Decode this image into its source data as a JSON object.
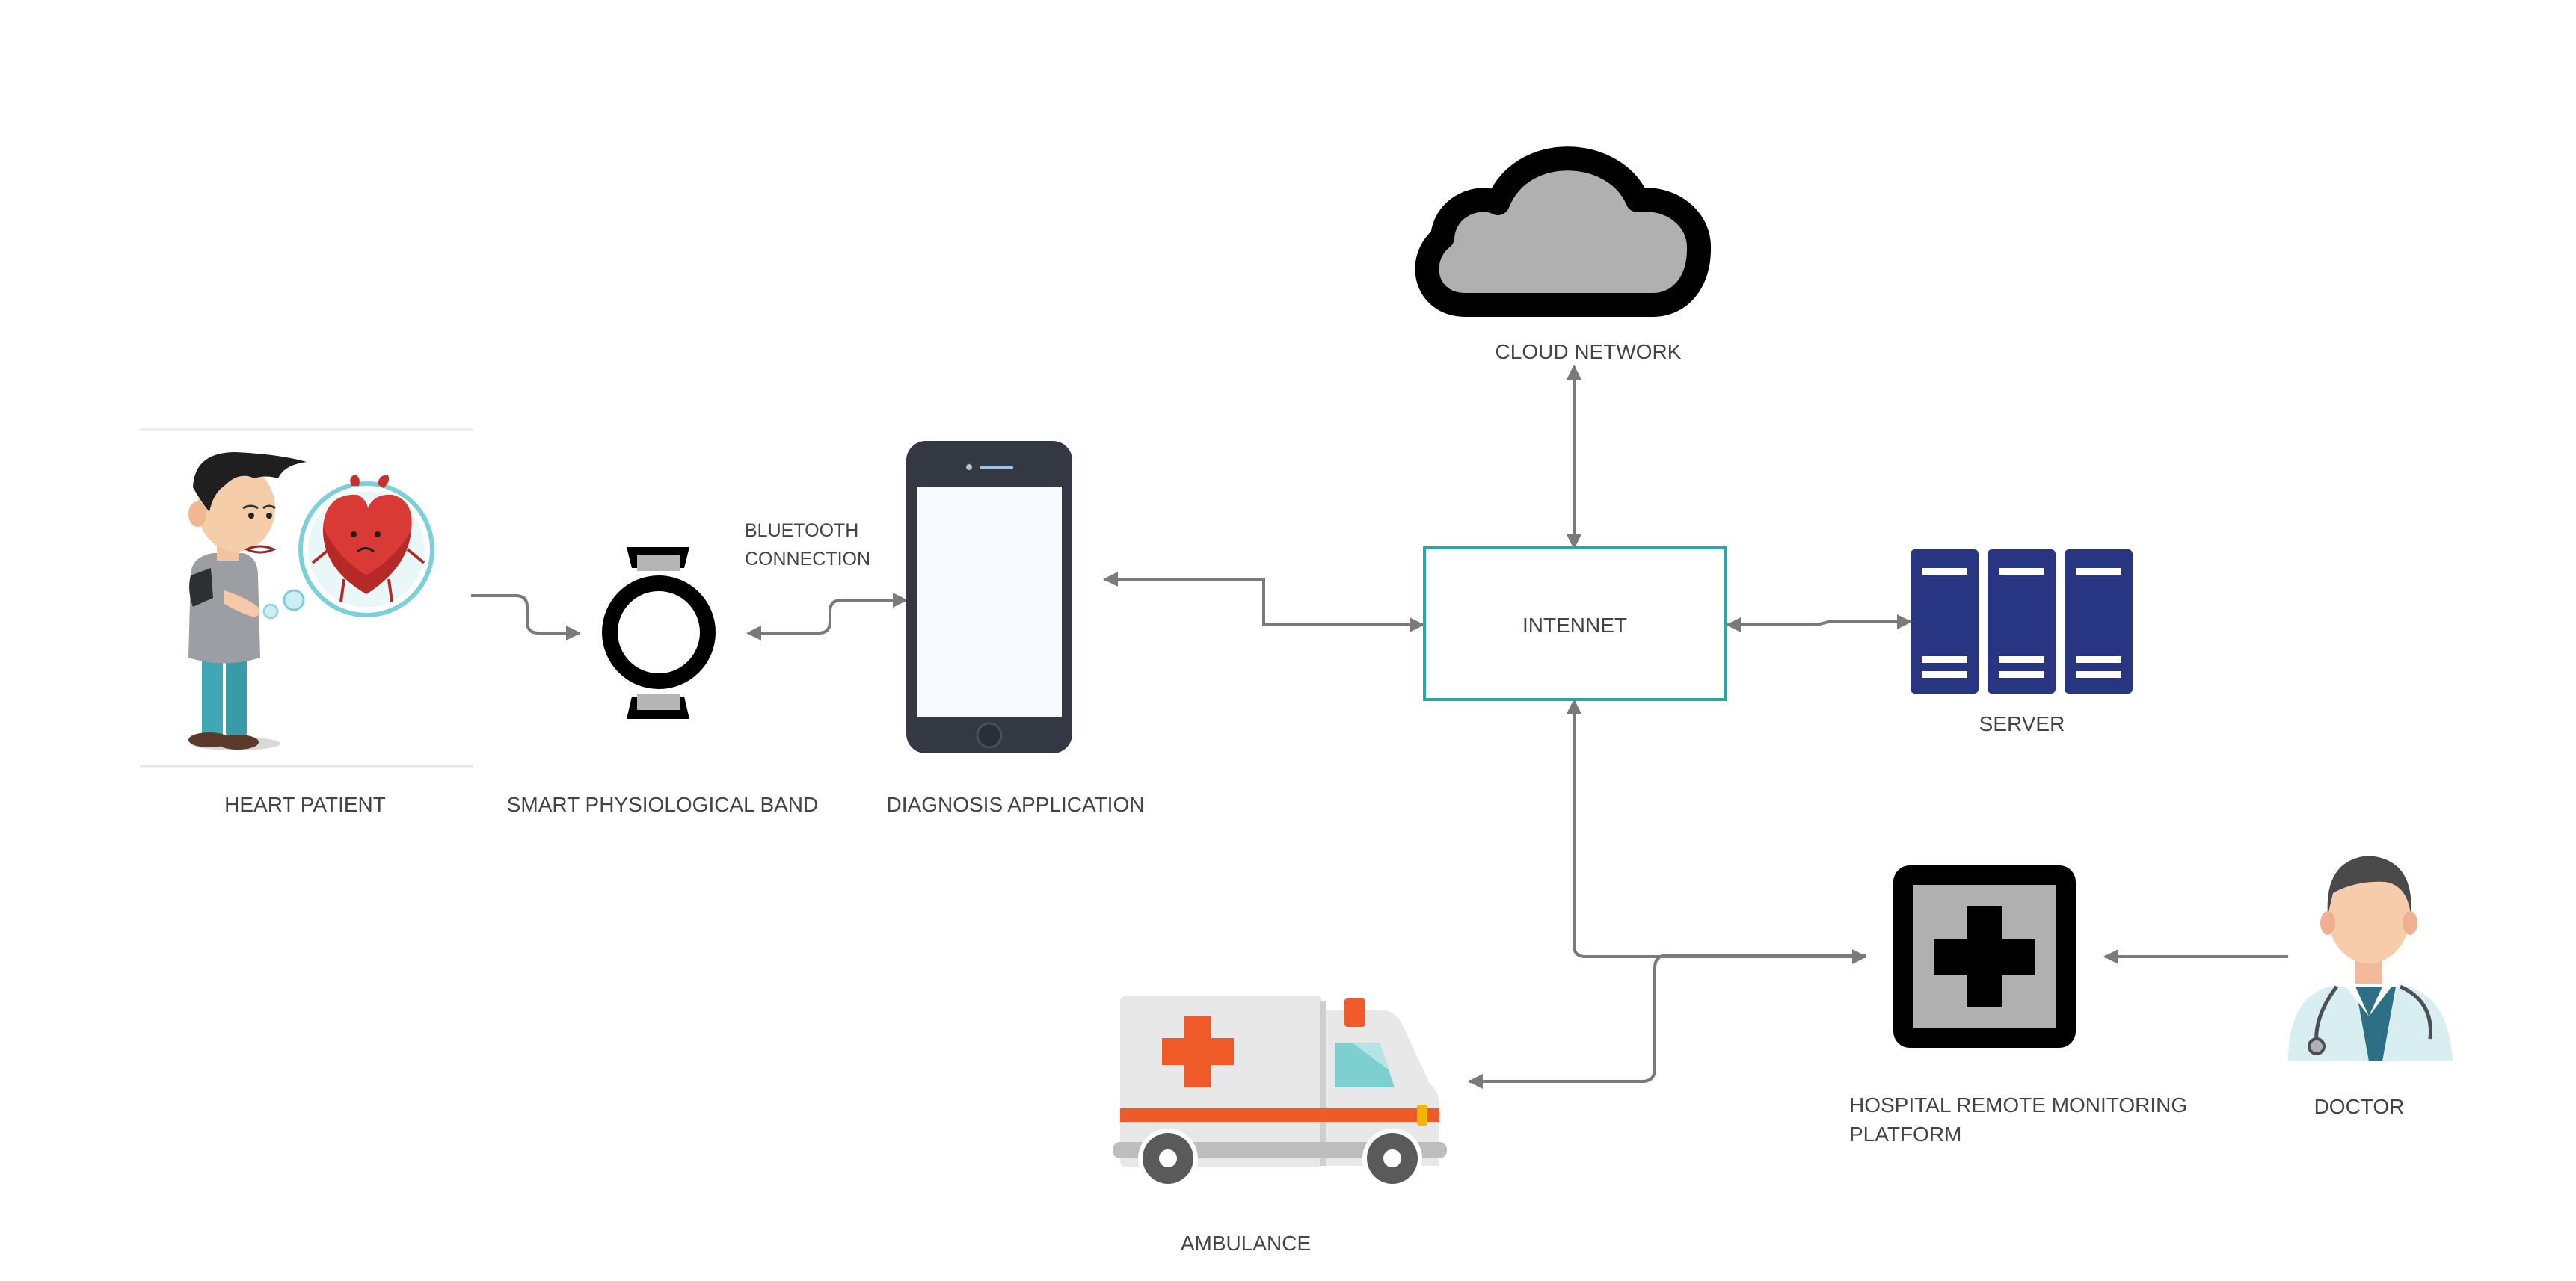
{
  "nodes": {
    "heart_patient": {
      "label": "HEART PATIENT"
    },
    "smart_band": {
      "label": "SMART PHYSIOLOGICAL BAND"
    },
    "bluetooth": {
      "line1": "BLUETOOTH",
      "line2": "CONNECTION"
    },
    "diagnosis_app": {
      "label": "DIAGNOSIS APPLICATION"
    },
    "cloud": {
      "label": "CLOUD NETWORK"
    },
    "internet": {
      "label": "INTENNET"
    },
    "server": {
      "label": "SERVER"
    },
    "hospital": {
      "line1": "HOSPITAL REMOTE MONITORING",
      "line2": "PLATFORM"
    },
    "doctor": {
      "label": "DOCTOR"
    },
    "ambulance": {
      "label": "AMBULANCE"
    }
  },
  "colors": {
    "connector": "#7a7a7a",
    "internet_border": "#26a9a6",
    "server": "#283583",
    "cloud_fill": "#b0b0b0",
    "phone_body": "#343842",
    "ambulance_accent": "#f05a28"
  },
  "icons": [
    "heart-patient-illustration",
    "watch-icon",
    "smartphone-icon",
    "cloud-icon",
    "server-icon",
    "hospital-cross-icon",
    "doctor-illustration",
    "ambulance-illustration"
  ]
}
